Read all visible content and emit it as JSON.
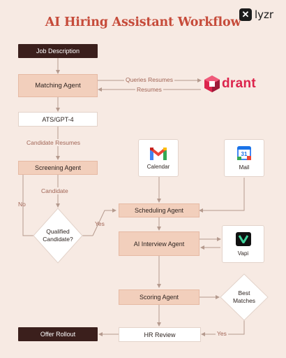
{
  "title": "AI Hiring Assistant Workflow",
  "brand": {
    "name": "lyzr",
    "mark": "✕"
  },
  "nodes": {
    "job_description": "Job Description",
    "matching_agent": "Matching Agent",
    "qdrant": "drant",
    "ats": "ATS/GPT-4",
    "screening_agent": "Screening Agent",
    "qualified": "Qualified Candidate?",
    "scheduling_agent": "Scheduling Agent",
    "interview_agent": "AI Interview Agent",
    "scoring_agent": "Scoring Agent",
    "best_matches": "Best Matches",
    "hr_review": "HR Review",
    "offer_rollout": "Offer Rollout",
    "calendar": "Calendar",
    "mail": "Mail",
    "vapi": "Vapi",
    "mail_icon_date": "31"
  },
  "edge_labels": {
    "queries_resumes": "Queries Resumes",
    "resumes": "Resumes",
    "candidate_resumes": "Candidate Resumes",
    "candidate": "Candidate",
    "no": "No",
    "yes_qualified": "Yes",
    "yes_best": "Yes"
  },
  "colors": {
    "background": "#f7eae3",
    "title": "#c64b3a",
    "dark_node": "#3b1f1c",
    "agent_node": "#f2cfbc",
    "edge": "#b59a8e",
    "qdrant": "#dc244c"
  }
}
